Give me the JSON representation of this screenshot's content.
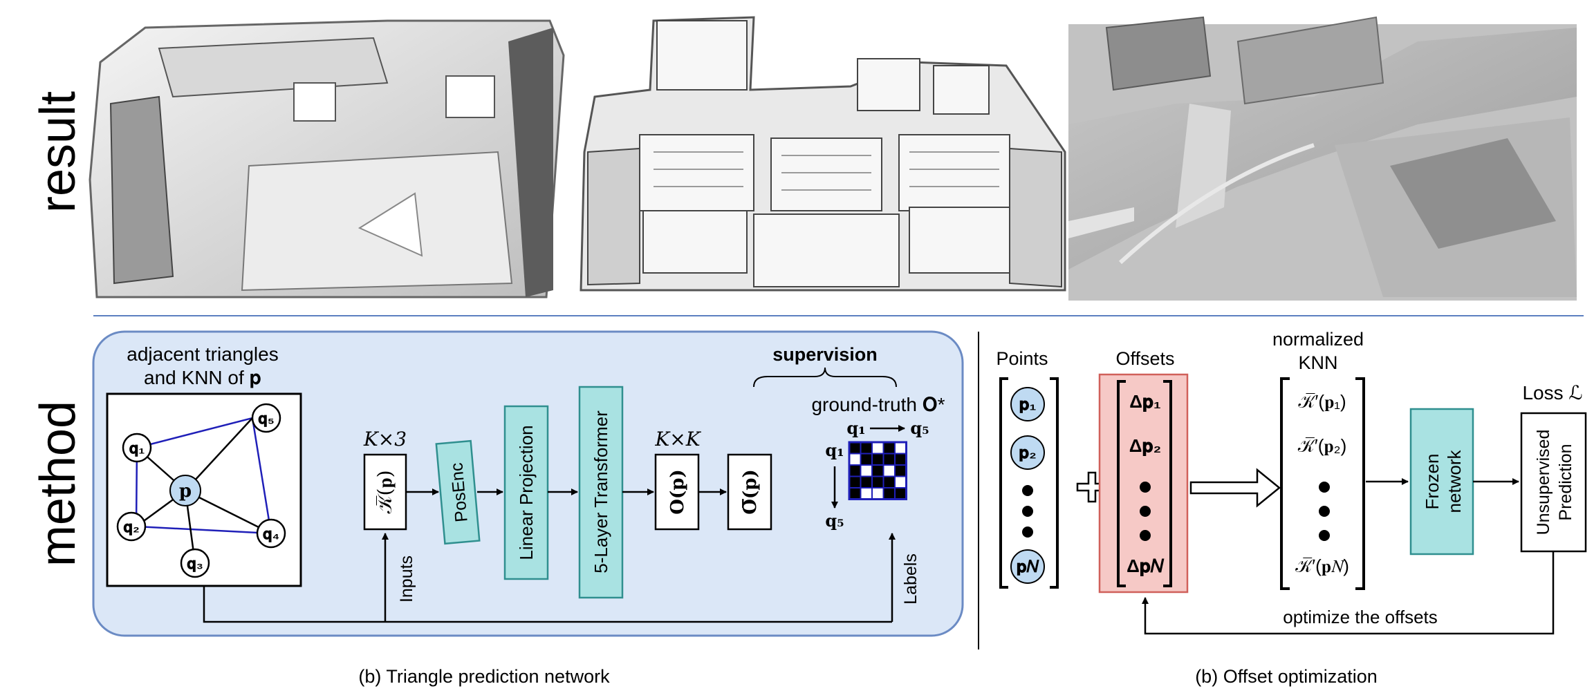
{
  "row_labels": {
    "top": "result",
    "bottom": "method"
  },
  "panel_b1": {
    "caption": "(b) Triangle prediction network",
    "graph_title_line1": "adjacent triangles",
    "graph_title_line2": "and KNN of 𝐩",
    "center_node": "𝐩",
    "neighbor_nodes": [
      "𝐪₁",
      "𝐪₂",
      "𝐪₃",
      "𝐪₄",
      "𝐪₅"
    ],
    "input_dim": "K×3",
    "knn_block": "𝒦̅(𝐩)",
    "posenc_label": "PosEnc",
    "linear_label": "Linear Projection",
    "transformer_label": "5-Layer Transformer",
    "output_dim": "K×K",
    "o_block": "𝐎(𝐩)",
    "o_bar_block": "𝐎̅(𝐩)",
    "supervision_title": "supervision",
    "gt_label": "ground-truth 𝐎*",
    "matrix_row_top": "𝐪₁",
    "matrix_col_end": "𝐪₅",
    "matrix_col_start": "𝐪₁",
    "matrix_row_end": "𝐪₅",
    "matrix_cells": [
      [
        1,
        1,
        0,
        1,
        0
      ],
      [
        0,
        1,
        1,
        1,
        1
      ],
      [
        1,
        0,
        1,
        0,
        1
      ],
      [
        1,
        1,
        1,
        1,
        0
      ],
      [
        1,
        0,
        0,
        1,
        1
      ]
    ],
    "inputs_label": "Inputs",
    "labels_label": "Labels",
    "colors": {
      "panel_fill": "#dbe7f7",
      "panel_stroke": "#6b8bc4",
      "teal": "#a9e2e2",
      "teal_stroke": "#2f8f8f",
      "node_fill": "#bfdaf2",
      "edge_blue": "#1f1fb8"
    }
  },
  "panel_b2": {
    "caption": "(b) Offset optimization",
    "points_title": "Points",
    "points": [
      "𝐩₁",
      "𝐩₂",
      "𝐩𝑁"
    ],
    "offsets_title": "Offsets",
    "offsets": [
      "Δ𝐩₁",
      "Δ𝐩₂",
      "Δ𝐩𝑁"
    ],
    "knn_title_line1": "normalized",
    "knn_title_line2": "KNN",
    "knn_entries": [
      "𝒦̅′(𝐩₁)",
      "𝒦̅′(𝐩₂)",
      "𝒦̅′(𝐩𝑁)"
    ],
    "frozen_line1": "Frozen",
    "frozen_line2": "network",
    "loss_title": "Loss ℒ",
    "pred_line1": "Unsupervised",
    "pred_line2": "Prediction",
    "feedback_label": "optimize the offsets",
    "colors": {
      "offset_fill": "#f6c9c6",
      "offset_stroke": "#d0605a"
    }
  }
}
